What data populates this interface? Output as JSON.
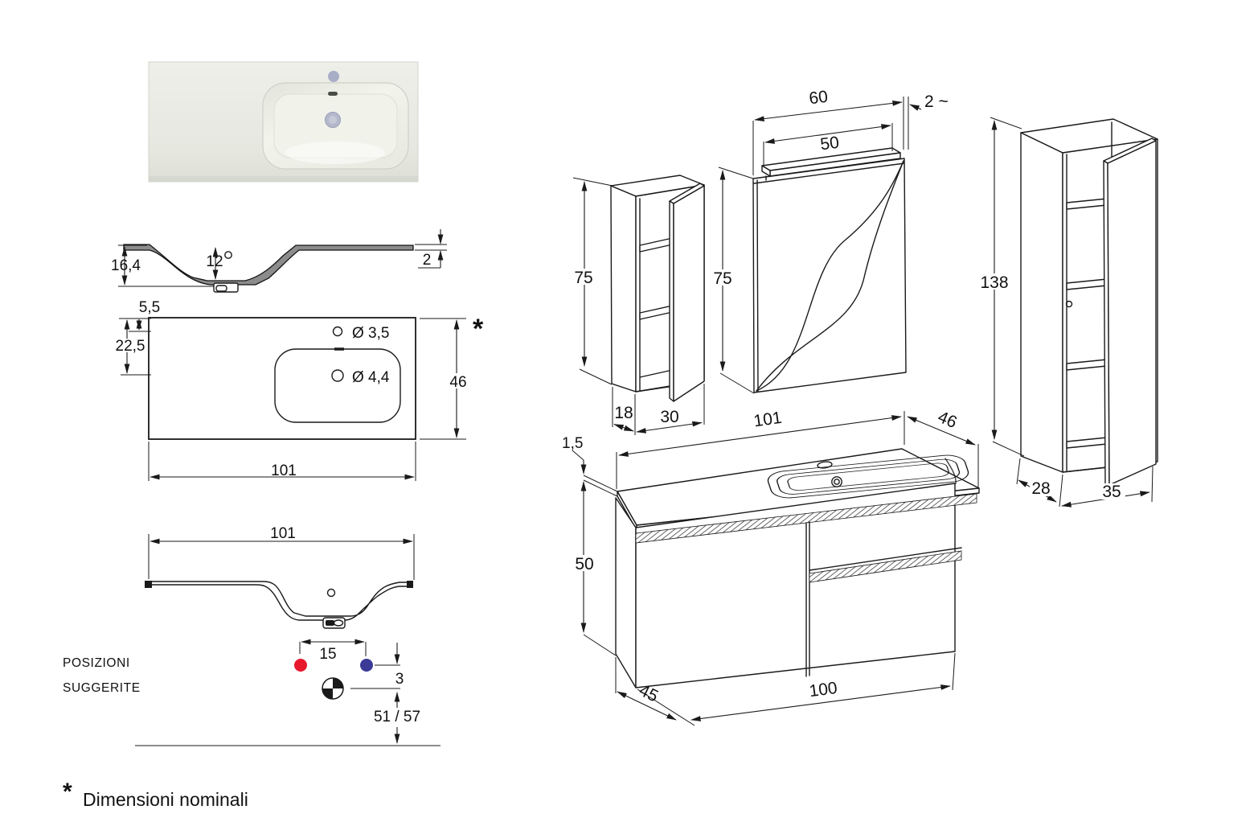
{
  "drawing": {
    "footnote_mark": "*",
    "footnote_text": "Dimensioni nominali",
    "positions_label_line1": "POSIZIONI",
    "positions_label_line2": "SUGGERITE"
  },
  "basin_section": {
    "total_height": "16,4",
    "bowl_depth": "12",
    "edge_thickness": "2"
  },
  "basin_plan": {
    "tap_offset": "5,5",
    "drain_offset": "22,5",
    "depth": "46",
    "width": "101",
    "tap_hole": "Ø 3,5",
    "drain_hole": "Ø 4,4",
    "note_mark": "*"
  },
  "basin_front": {
    "width": "101",
    "tap_spacing": "15",
    "drain_gap": "3",
    "mount_height": "51 / 57"
  },
  "wall_unit": {
    "height": "75",
    "depth": "18",
    "width": "30"
  },
  "mirror_unit": {
    "width": "60",
    "lamp_width": "50",
    "thickness": "2 ~",
    "height": "75"
  },
  "tall_unit": {
    "height": "138",
    "depth": "28",
    "width": "35"
  },
  "base_unit": {
    "top_width": "101",
    "top_depth": "46",
    "top_thickness": "1,5",
    "height": "50",
    "depth": "45",
    "width": "100"
  },
  "colors": {
    "hot_dot": "#e8182d",
    "cold_dot": "#3c3a97",
    "line": "#1a1a1a",
    "section_fill": "#8c8c8c",
    "photo_top": "#e9ebe3"
  }
}
